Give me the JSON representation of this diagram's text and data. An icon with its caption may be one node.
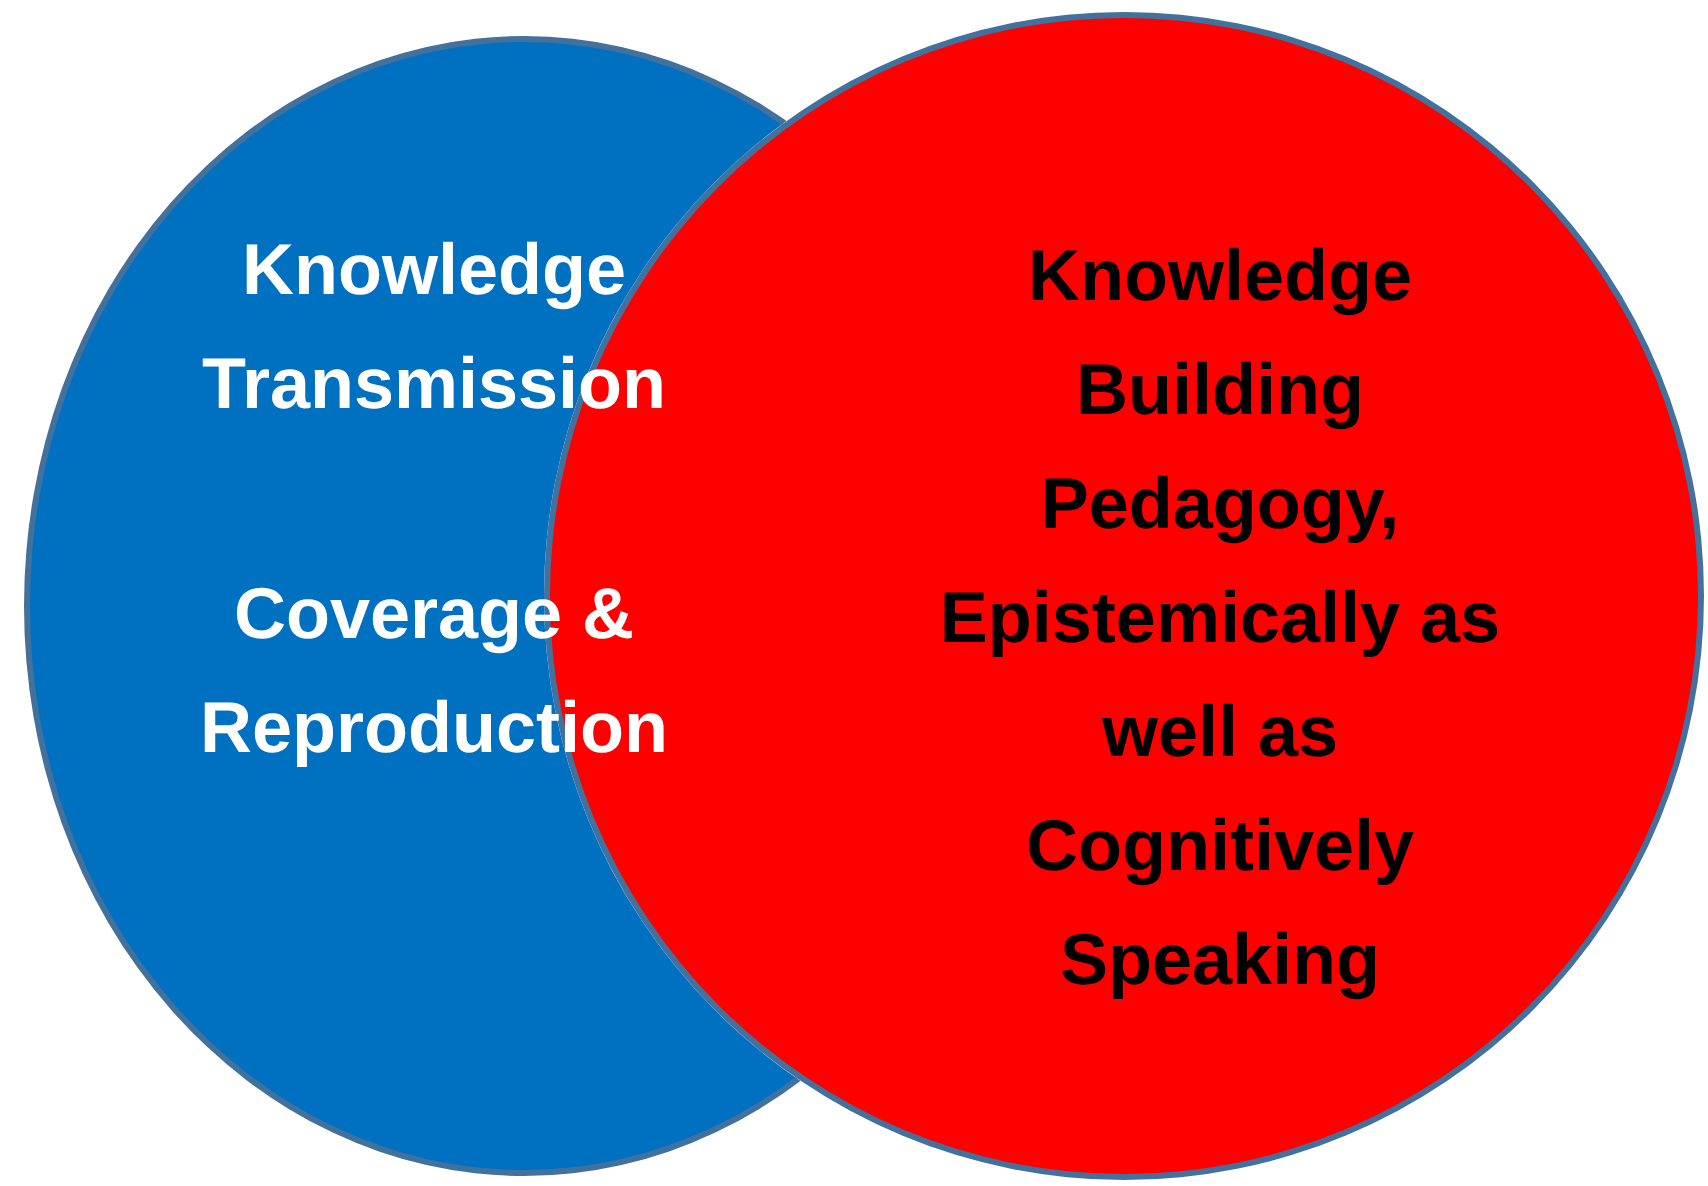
{
  "diagram": {
    "nodes": [
      {
        "text": [
          "Knowledge Transmission",
          "Coverage & Reproduction"
        ]
      },
      {
        "text": [
          "Knowledge Building Pedagogy, Epistemically as well as Cognitively Speaking"
        ]
      }
    ]
  }
}
